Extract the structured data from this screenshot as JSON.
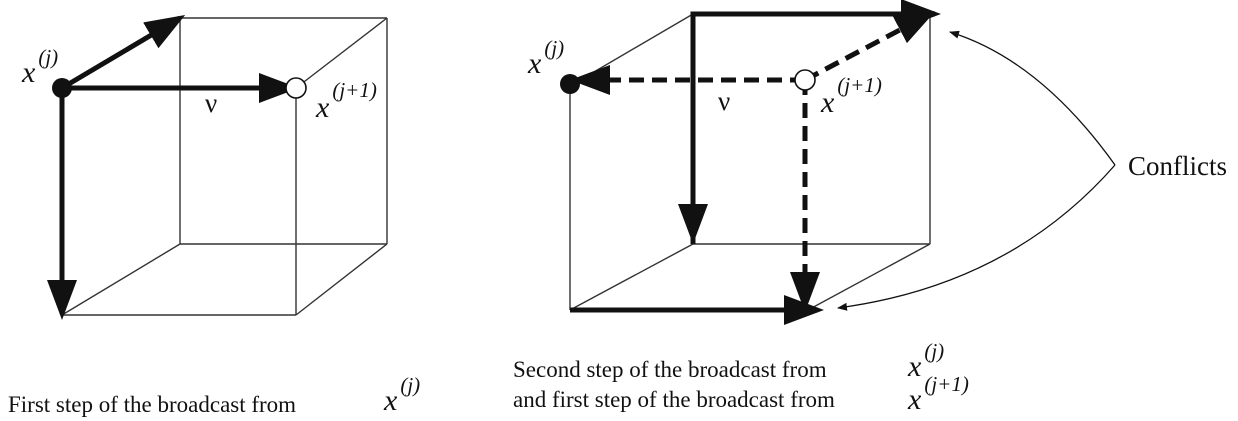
{
  "left_panel": {
    "node_label": {
      "base": "x",
      "sup": "(j)"
    },
    "target_label": {
      "base": "x",
      "sup": "(j+1)"
    },
    "edge_label": "ν",
    "caption": {
      "text": "First step of the broadcast from",
      "var_base": "x",
      "var_sup": "(j)"
    }
  },
  "right_panel": {
    "node_label": {
      "base": "x",
      "sup": "(j)"
    },
    "target_label": {
      "base": "x",
      "sup": "(j+1)"
    },
    "edge_label": "ν",
    "conflicts_label": "Conflicts",
    "caption": {
      "line1": "Second step of the broadcast from",
      "line1_var_base": "x",
      "line1_var_sup": "(j)",
      "line2": "and first step of the broadcast from",
      "line2_var_base": "x",
      "line2_var_sup": "(j+1)"
    }
  },
  "colors": {
    "ink": "#111111",
    "edge": "#333333",
    "background": "#ffffff"
  }
}
